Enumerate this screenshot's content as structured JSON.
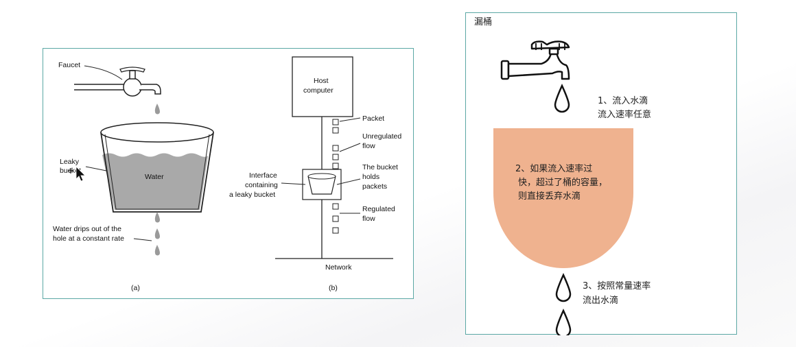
{
  "left_panel": {
    "a": {
      "faucet_label": "Faucet",
      "leaky_label_line1": "Leaky",
      "leaky_label_line2": "bucket",
      "water_label": "Water",
      "drip_label_line1": "Water drips out of the",
      "drip_label_line2": "hole at a constant rate",
      "caption": "(a)"
    },
    "b": {
      "host_line1": "Host",
      "host_line2": "computer",
      "packet_label": "Packet",
      "unregulated_line1": "Unregulated",
      "unregulated_line2": "flow",
      "bucket_line1": "The bucket",
      "bucket_line2": "holds",
      "bucket_line3": "packets",
      "interface_line1": "Interface",
      "interface_line2": "containing",
      "interface_line3": "a leaky bucket",
      "regulated_line1": "Regulated",
      "regulated_line2": "flow",
      "network_label": "Network",
      "caption": "(b)"
    }
  },
  "right_panel": {
    "title": "漏桶",
    "step1_line1": "1、流入水滴",
    "step1_line2": "流入速率任意",
    "step2_line1": "2、如果流入速率过",
    "step2_line2": "快，超过了桶的容量，",
    "step2_line3": "则直接丢弃水滴",
    "step3_line1": "3、按照常量速率",
    "step3_line2": "流出水滴",
    "bucket_color": "#efb28f"
  }
}
